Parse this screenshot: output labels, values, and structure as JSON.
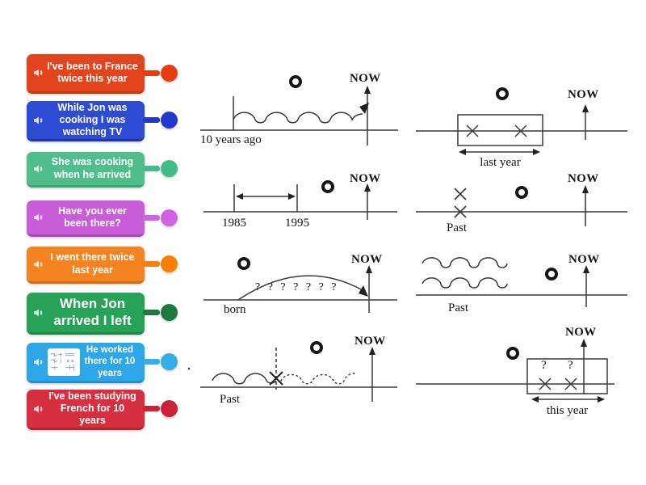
{
  "app": {
    "background": "#ffffff"
  },
  "cards": [
    {
      "id": "ive-been-to-france",
      "label": "I've been to France twice this year",
      "color": "#e2451c",
      "edge": "#bd3a12",
      "dot": "#e63c10"
    },
    {
      "id": "while-jon-cooking",
      "label": "While Jon was cooking I was watching TV",
      "color": "#2e4bd4",
      "edge": "#2136ae",
      "dot": "#2238cf"
    },
    {
      "id": "she-was-cooking",
      "label": "She was cooking when he arrived",
      "color": "#50bd8d",
      "edge": "#3da578",
      "dot": "#3fbc8a"
    },
    {
      "id": "have-you-ever",
      "label": "Have you ever been there?",
      "color": "#c95cd9",
      "edge": "#ab46bd",
      "dot": "#cf63e0"
    },
    {
      "id": "went-twice-last-year",
      "label": "I went there twice last year",
      "color": "#f5831f",
      "edge": "#d66d0e",
      "dot": "#f87f00"
    },
    {
      "id": "when-jon-arrived",
      "label": "When Jon arrived I left",
      "color": "#27a257",
      "edge": "#1d8746",
      "dot": "#1e7a3c"
    },
    {
      "id": "he-worked-10-years",
      "label": "He worked there for 10 years",
      "color": "#2ea7e9",
      "edge": "#2090d2",
      "dot": "#35ade6"
    },
    {
      "id": "studying-french",
      "label": "I've been studying French for 10 years",
      "color": "#d62f3f",
      "edge": "#b22334",
      "dot": "#cc2136"
    }
  ],
  "diagrams": [
    {
      "id": "wave-since-10-years-ago",
      "now": "NOW",
      "caption": "10 years ago"
    },
    {
      "id": "box-last-year",
      "now": "NOW",
      "caption": "last year"
    },
    {
      "id": "span-1985-1995",
      "now": "NOW",
      "year_left": "1985",
      "year_right": "1995"
    },
    {
      "id": "x-in-past",
      "now": "NOW",
      "caption": "Past"
    },
    {
      "id": "arc-since-born",
      "now": "NOW",
      "caption": "born",
      "questions": "? ? ? ? ? ? ?"
    },
    {
      "id": "waves-in-past",
      "now": "NOW",
      "caption": "Past"
    },
    {
      "id": "wave-interrupted",
      "now": "NOW",
      "caption": "Past"
    },
    {
      "id": "box-this-year",
      "now": "NOW",
      "caption": "this year",
      "question_left": "?",
      "question_right": "?"
    }
  ]
}
